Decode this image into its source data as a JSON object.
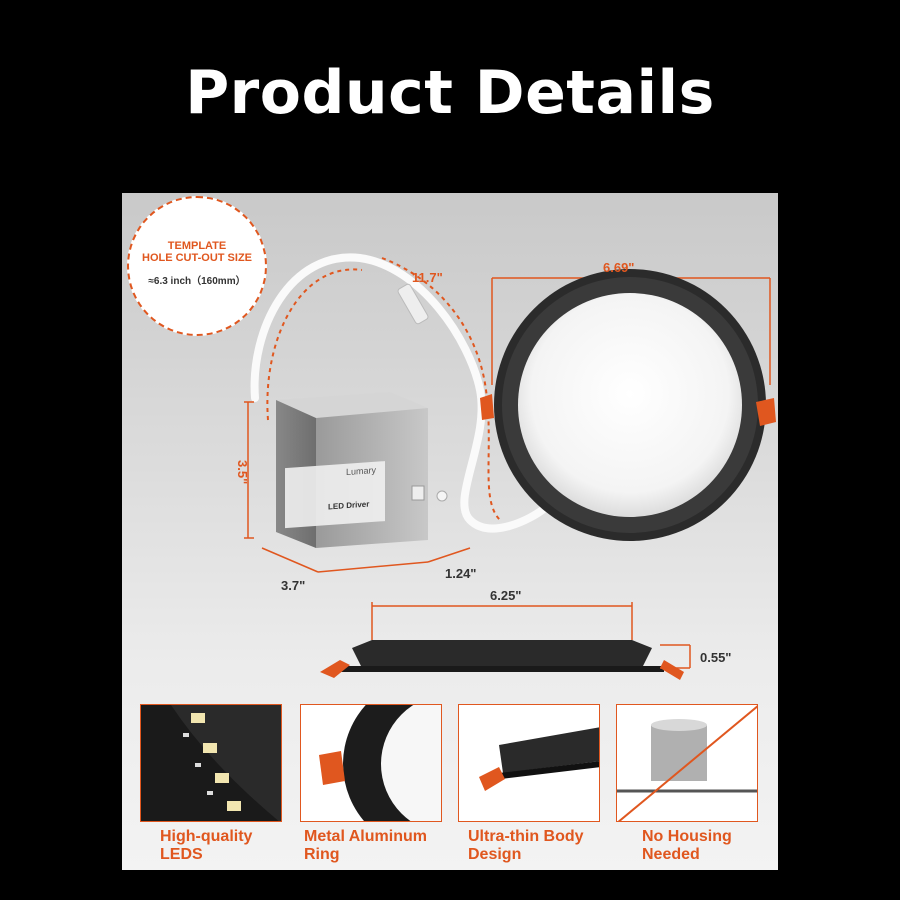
{
  "title": "Product Details",
  "template": {
    "line1": "TEMPLATE",
    "line2": "HOLE CUT-OUT SIZE",
    "line3": "≈6.3 inch（160mm）"
  },
  "dimensions": {
    "cable": "11.7\"",
    "light_diameter": "6.69\"",
    "box_height": "3.5\"",
    "box_width": "3.7\"",
    "box_depth": "1.24\"",
    "trim_diameter": "6.25\"",
    "thickness": "0.55\""
  },
  "driver_box": {
    "brand": "Lumary",
    "label": "LED Driver"
  },
  "features": [
    {
      "line1": "High-quality",
      "line2": "LEDS"
    },
    {
      "line1": "Metal Aluminum",
      "line2": "Ring"
    },
    {
      "line1": "Ultra-thin Body",
      "line2": "Design"
    },
    {
      "line1": "No Housing",
      "line2": "Needed"
    }
  ],
  "colors": {
    "accent": "#e0571f",
    "background": "#000000"
  }
}
